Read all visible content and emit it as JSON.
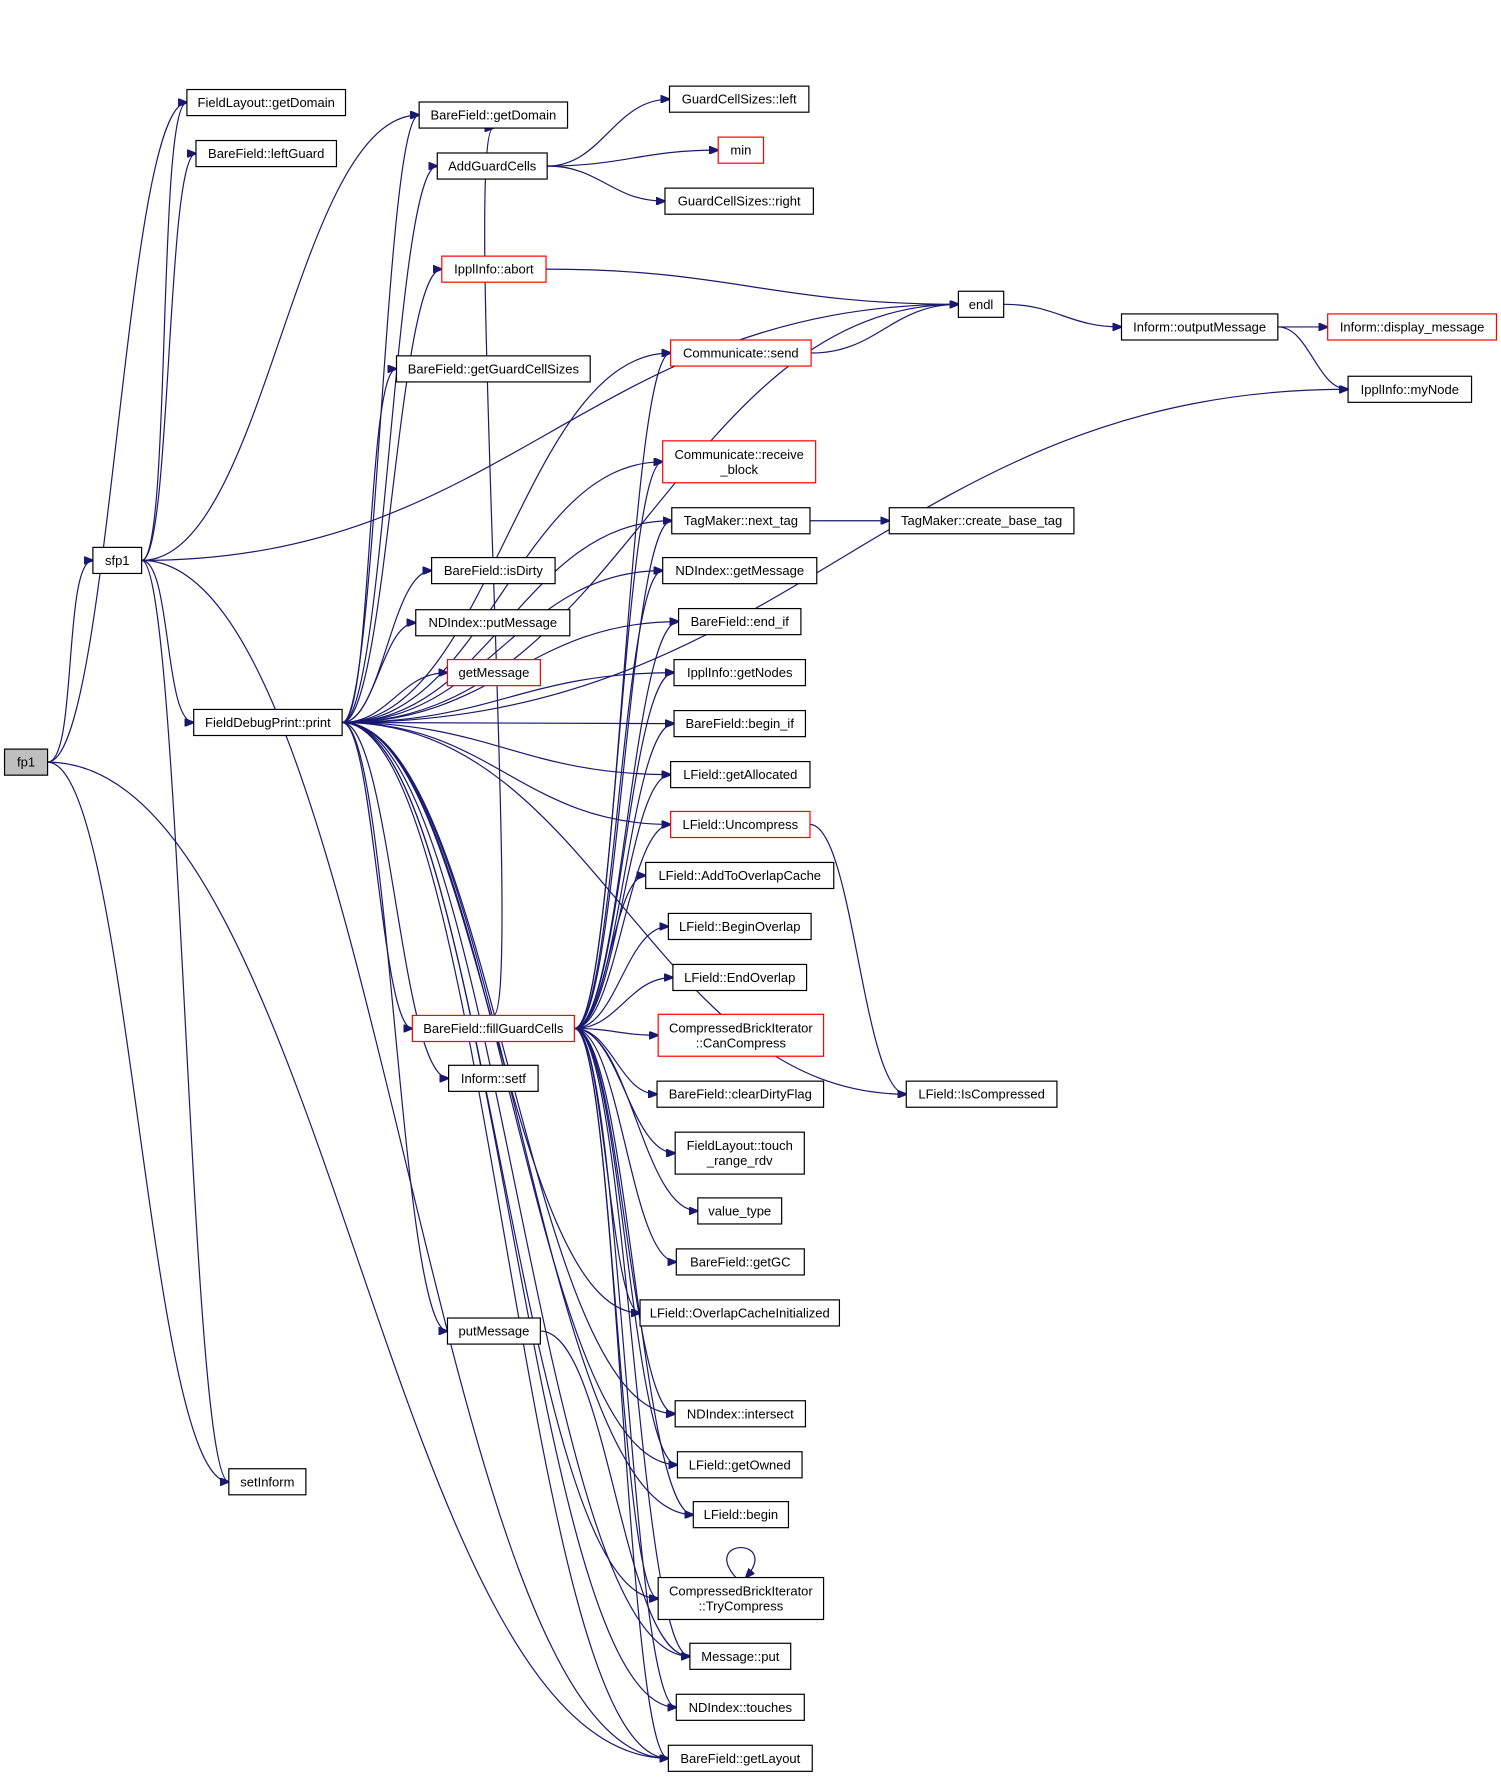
{
  "colors": {
    "edge": "#191970",
    "border_default": "#000000",
    "border_red": "#ff0000",
    "root_fill": "#bfbfbf"
  },
  "nodes": [
    {
      "id": "fp1",
      "lines": [
        "fp1"
      ],
      "style": "gray"
    },
    {
      "id": "sfp1",
      "lines": [
        "sfp1"
      ],
      "style": "black"
    },
    {
      "id": "fl_getDomain",
      "lines": [
        "FieldLayout::getDomain"
      ],
      "style": "black"
    },
    {
      "id": "bf_leftGuard",
      "lines": [
        "BareField::leftGuard"
      ],
      "style": "black"
    },
    {
      "id": "fdp_print",
      "lines": [
        "FieldDebugPrint::print"
      ],
      "style": "black"
    },
    {
      "id": "setInform",
      "lines": [
        "setInform"
      ],
      "style": "black"
    },
    {
      "id": "bf_getDomain",
      "lines": [
        "BareField::getDomain"
      ],
      "style": "black"
    },
    {
      "id": "addGuardCells",
      "lines": [
        "AddGuardCells"
      ],
      "style": "black"
    },
    {
      "id": "ippl_abort",
      "lines": [
        "IpplInfo::abort"
      ],
      "style": "red"
    },
    {
      "id": "bf_getGuardCellSizes",
      "lines": [
        "BareField::getGuardCellSizes"
      ],
      "style": "black"
    },
    {
      "id": "bf_isDirty",
      "lines": [
        "BareField::isDirty"
      ],
      "style": "black"
    },
    {
      "id": "ndi_putMessage",
      "lines": [
        "NDIndex::putMessage"
      ],
      "style": "black"
    },
    {
      "id": "getMessage",
      "lines": [
        "getMessage"
      ],
      "style": "red"
    },
    {
      "id": "bf_fillGuardCells",
      "lines": [
        "BareField::fillGuardCells"
      ],
      "style": "red"
    },
    {
      "id": "inform_setf",
      "lines": [
        "Inform::setf"
      ],
      "style": "black"
    },
    {
      "id": "putMessage",
      "lines": [
        "putMessage"
      ],
      "style": "black"
    },
    {
      "id": "gcs_left",
      "lines": [
        "GuardCellSizes::left"
      ],
      "style": "black"
    },
    {
      "id": "min",
      "lines": [
        "min"
      ],
      "style": "red"
    },
    {
      "id": "gcs_right",
      "lines": [
        "GuardCellSizes::right"
      ],
      "style": "black"
    },
    {
      "id": "endl",
      "lines": [
        "endl"
      ],
      "style": "black"
    },
    {
      "id": "comm_send",
      "lines": [
        "Communicate::send"
      ],
      "style": "red"
    },
    {
      "id": "comm_receive",
      "lines": [
        "Communicate::receive",
        "_block"
      ],
      "style": "red"
    },
    {
      "id": "tm_next_tag",
      "lines": [
        "TagMaker::next_tag"
      ],
      "style": "black"
    },
    {
      "id": "ndi_getMessage",
      "lines": [
        "NDIndex::getMessage"
      ],
      "style": "black"
    },
    {
      "id": "bf_end_if",
      "lines": [
        "BareField::end_if"
      ],
      "style": "black"
    },
    {
      "id": "ippl_getNodes",
      "lines": [
        "IpplInfo::getNodes"
      ],
      "style": "black"
    },
    {
      "id": "bf_begin_if",
      "lines": [
        "BareField::begin_if"
      ],
      "style": "black"
    },
    {
      "id": "lf_getAllocated",
      "lines": [
        "LField::getAllocated"
      ],
      "style": "black"
    },
    {
      "id": "lf_uncompress",
      "lines": [
        "LField::Uncompress"
      ],
      "style": "red"
    },
    {
      "id": "lf_addToOverlapCache",
      "lines": [
        "LField::AddToOverlapCache"
      ],
      "style": "black"
    },
    {
      "id": "lf_beginOverlap",
      "lines": [
        "LField::BeginOverlap"
      ],
      "style": "black"
    },
    {
      "id": "lf_endOverlap",
      "lines": [
        "LField::EndOverlap"
      ],
      "style": "black"
    },
    {
      "id": "cbi_canCompress",
      "lines": [
        "CompressedBrickIterator",
        "::CanCompress"
      ],
      "style": "red"
    },
    {
      "id": "bf_clearDirtyFlag",
      "lines": [
        "BareField::clearDirtyFlag"
      ],
      "style": "black"
    },
    {
      "id": "fl_touch_range_rdv",
      "lines": [
        "FieldLayout::touch",
        "_range_rdv"
      ],
      "style": "black"
    },
    {
      "id": "value_type",
      "lines": [
        "value_type"
      ],
      "style": "black"
    },
    {
      "id": "bf_getGC",
      "lines": [
        "BareField::getGC"
      ],
      "style": "black"
    },
    {
      "id": "lf_overlapCacheInit",
      "lines": [
        "LField::OverlapCacheInitialized"
      ],
      "style": "black"
    },
    {
      "id": "ndi_intersect",
      "lines": [
        "NDIndex::intersect"
      ],
      "style": "black"
    },
    {
      "id": "lf_getOwned",
      "lines": [
        "LField::getOwned"
      ],
      "style": "black"
    },
    {
      "id": "lf_begin",
      "lines": [
        "LField::begin"
      ],
      "style": "black"
    },
    {
      "id": "cbi_tryCompress",
      "lines": [
        "CompressedBrickIterator",
        "::TryCompress"
      ],
      "style": "black"
    },
    {
      "id": "message_put",
      "lines": [
        "Message::put"
      ],
      "style": "black"
    },
    {
      "id": "ndi_touches",
      "lines": [
        "NDIndex::touches"
      ],
      "style": "black"
    },
    {
      "id": "bf_getLayout",
      "lines": [
        "BareField::getLayout"
      ],
      "style": "black"
    },
    {
      "id": "inform_outputMessage",
      "lines": [
        "Inform::outputMessage"
      ],
      "style": "black"
    },
    {
      "id": "inform_display_message",
      "lines": [
        "Inform::display_message"
      ],
      "style": "red"
    },
    {
      "id": "ippl_myNode",
      "lines": [
        "IpplInfo::myNode"
      ],
      "style": "black"
    },
    {
      "id": "tm_create_base_tag",
      "lines": [
        "TagMaker::create_base_tag"
      ],
      "style": "black"
    },
    {
      "id": "lf_isCompressed",
      "lines": [
        "LField::IsCompressed"
      ],
      "style": "black"
    }
  ],
  "edges": [
    [
      "fp1",
      "fl_getDomain"
    ],
    [
      "fp1",
      "sfp1"
    ],
    [
      "fp1",
      "setInform"
    ],
    [
      "fp1",
      "bf_getLayout"
    ],
    [
      "sfp1",
      "fl_getDomain"
    ],
    [
      "sfp1",
      "bf_leftGuard"
    ],
    [
      "sfp1",
      "bf_getDomain"
    ],
    [
      "sfp1",
      "endl"
    ],
    [
      "sfp1",
      "fdp_print"
    ],
    [
      "sfp1",
      "setInform"
    ],
    [
      "sfp1",
      "bf_getLayout"
    ],
    [
      "fdp_print",
      "bf_getDomain"
    ],
    [
      "fdp_print",
      "addGuardCells"
    ],
    [
      "fdp_print",
      "endl"
    ],
    [
      "fdp_print",
      "ippl_abort"
    ],
    [
      "fdp_print",
      "comm_send"
    ],
    [
      "fdp_print",
      "bf_getGuardCellSizes"
    ],
    [
      "fdp_print",
      "ippl_myNode"
    ],
    [
      "fdp_print",
      "comm_receive"
    ],
    [
      "fdp_print",
      "tm_next_tag"
    ],
    [
      "fdp_print",
      "bf_isDirty"
    ],
    [
      "fdp_print",
      "ndi_putMessage"
    ],
    [
      "fdp_print",
      "getMessage"
    ],
    [
      "fdp_print",
      "ndi_getMessage"
    ],
    [
      "fdp_print",
      "bf_end_if"
    ],
    [
      "fdp_print",
      "ippl_getNodes"
    ],
    [
      "fdp_print",
      "bf_begin_if"
    ],
    [
      "fdp_print",
      "lf_getAllocated"
    ],
    [
      "fdp_print",
      "lf_uncompress"
    ],
    [
      "fdp_print",
      "bf_fillGuardCells"
    ],
    [
      "fdp_print",
      "inform_setf"
    ],
    [
      "fdp_print",
      "putMessage"
    ],
    [
      "fdp_print",
      "lf_overlapCacheInit"
    ],
    [
      "fdp_print",
      "lf_isCompressed"
    ],
    [
      "fdp_print",
      "ndi_intersect"
    ],
    [
      "fdp_print",
      "lf_getOwned"
    ],
    [
      "fdp_print",
      "lf_begin"
    ],
    [
      "fdp_print",
      "cbi_tryCompress"
    ],
    [
      "fdp_print",
      "message_put"
    ],
    [
      "fdp_print",
      "ndi_touches"
    ],
    [
      "fdp_print",
      "bf_getLayout"
    ],
    [
      "addGuardCells",
      "gcs_left"
    ],
    [
      "addGuardCells",
      "min"
    ],
    [
      "addGuardCells",
      "gcs_right"
    ],
    [
      "ippl_abort",
      "endl"
    ],
    [
      "comm_send",
      "endl"
    ],
    [
      "endl",
      "inform_outputMessage"
    ],
    [
      "inform_outputMessage",
      "inform_display_message"
    ],
    [
      "inform_outputMessage",
      "ippl_myNode"
    ],
    [
      "tm_next_tag",
      "tm_create_base_tag"
    ],
    [
      "lf_uncompress",
      "lf_isCompressed"
    ],
    [
      "putMessage",
      "message_put"
    ],
    [
      "cbi_tryCompress",
      "cbi_tryCompress"
    ],
    [
      "bf_fillGuardCells",
      "bf_getDomain"
    ],
    [
      "bf_fillGuardCells",
      "comm_send"
    ],
    [
      "bf_fillGuardCells",
      "comm_receive"
    ],
    [
      "bf_fillGuardCells",
      "tm_next_tag"
    ],
    [
      "bf_fillGuardCells",
      "ndi_getMessage"
    ],
    [
      "bf_fillGuardCells",
      "bf_end_if"
    ],
    [
      "bf_fillGuardCells",
      "ippl_getNodes"
    ],
    [
      "bf_fillGuardCells",
      "bf_begin_if"
    ],
    [
      "bf_fillGuardCells",
      "lf_getAllocated"
    ],
    [
      "bf_fillGuardCells",
      "lf_uncompress"
    ],
    [
      "bf_fillGuardCells",
      "lf_addToOverlapCache"
    ],
    [
      "bf_fillGuardCells",
      "lf_beginOverlap"
    ],
    [
      "bf_fillGuardCells",
      "lf_endOverlap"
    ],
    [
      "bf_fillGuardCells",
      "cbi_canCompress"
    ],
    [
      "bf_fillGuardCells",
      "bf_clearDirtyFlag"
    ],
    [
      "bf_fillGuardCells",
      "fl_touch_range_rdv"
    ],
    [
      "bf_fillGuardCells",
      "value_type"
    ],
    [
      "bf_fillGuardCells",
      "bf_getGC"
    ],
    [
      "bf_fillGuardCells",
      "lf_overlapCacheInit"
    ],
    [
      "bf_fillGuardCells",
      "ndi_intersect"
    ],
    [
      "bf_fillGuardCells",
      "lf_getOwned"
    ],
    [
      "bf_fillGuardCells",
      "lf_begin"
    ],
    [
      "bf_fillGuardCells",
      "cbi_tryCompress"
    ],
    [
      "bf_fillGuardCells",
      "message_put"
    ],
    [
      "bf_fillGuardCells",
      "ndi_touches"
    ],
    [
      "bf_fillGuardCells",
      "bf_getLayout"
    ]
  ]
}
